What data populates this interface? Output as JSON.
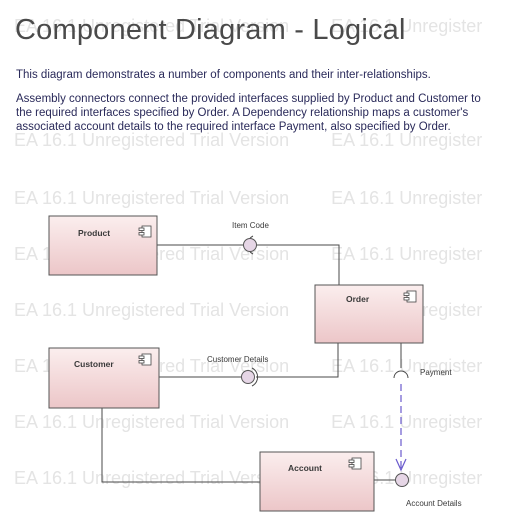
{
  "title": "Component Diagram - Logical",
  "notes": [
    "This diagram demonstrates a number of components and their inter-relationships.",
    "Assembly connectors connect the provided interfaces supplied by Product and Customer to the required interfaces specified by Order. A Dependency relationship maps a customer's associated account details to the required interface Payment, also specified by Order."
  ],
  "watermark": {
    "text": "EA 16.1 Unregistered Trial Version",
    "tail": "EA 16.1 Unregister"
  },
  "components": {
    "product": "Product",
    "order": "Order",
    "customer": "Customer",
    "account": "Account"
  },
  "interfaces": {
    "item_code": "Item Code",
    "customer_details": "Customer Details",
    "payment": "Payment",
    "account_details": "Account Details"
  },
  "colors": {
    "component_fill_top": "#fbeeee",
    "component_fill_bottom": "#ecc8c8",
    "component_border": "#555555",
    "dependency": "#6a5acd",
    "interface_fill": "#e6d6e6"
  }
}
